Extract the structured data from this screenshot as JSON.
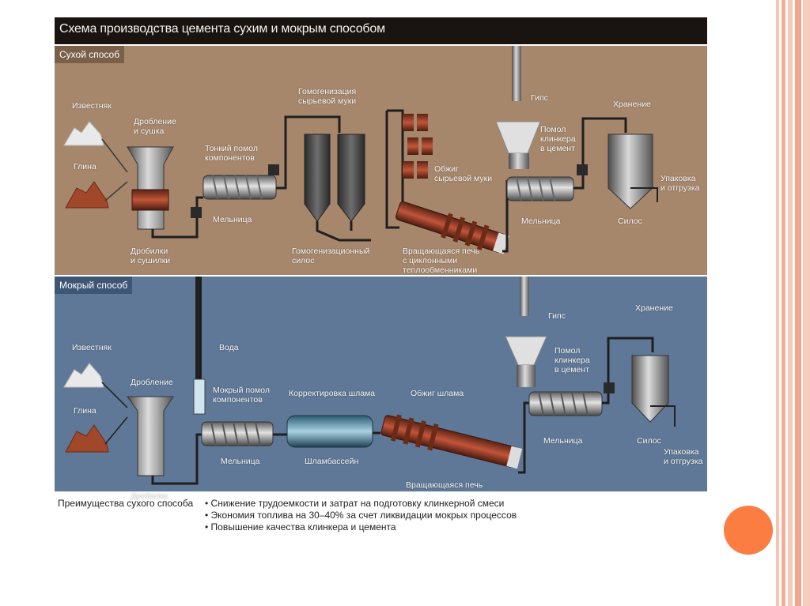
{
  "title": "Схема производства цемента сухим и мокрым способом",
  "dry": {
    "label": "Сухой способ",
    "limestone": "Известняк",
    "clay": "Глина",
    "crushing": "Дробление\nи сушка",
    "crushers": "Дробилки\nи сушилки",
    "fine_grinding": "Тонкий помол\nкомпонентов",
    "mill": "Мельница",
    "homogenization": "Гомогенизация\nсырьевой муки",
    "homogenization_silo": "Гомогенизационный\nсилос",
    "calcination": "Обжиг\nсырьевой муки",
    "kiln": "Вращающаяся печь\nс циклонными\nтеплообменниками",
    "gypsum": "Гипс",
    "clinker_grinding": "Помол\nклинкера\nв цемент",
    "mill2": "Мельница",
    "storage": "Хранение",
    "packing": "Упаковка\nи отгрузка",
    "silo": "Силос"
  },
  "wet": {
    "label": "Мокрый способ",
    "limestone": "Известняк",
    "clay": "Глина",
    "crushing": "Дробление",
    "crushers": "Дробилки",
    "water": "Вода",
    "wet_grinding": "Мокрый помол\nкомпонентов",
    "mill": "Мельница",
    "slurry_correction": "Корректировка шлама",
    "slurry_basin": "Шламбассейн",
    "slurry_calcination": "Обжиг шлама",
    "kiln": "Вращающаяся печь",
    "gypsum": "Гипс",
    "clinker_grinding": "Помол\nклинкера\nв цемент",
    "mill2": "Мельница",
    "storage": "Хранение",
    "silo": "Силос",
    "packing": "Упаковка\nи отгрузка"
  },
  "advantages": {
    "title": "Преимущества сухого способа",
    "items": [
      "Снижение трудоемкости и затрат на подготовку клинкерной смеси",
      "Экономия топлива на 30–40% за счет ликвидации мокрых процессов",
      "Повышение качества клинкера и цемента"
    ]
  },
  "colors": {
    "dry_panel": "#a6876c",
    "wet_panel": "#5f7897",
    "title_bar": "#1a1410",
    "accent_circle": "#fb7d42",
    "border_stripes": "#f6b9a6"
  }
}
